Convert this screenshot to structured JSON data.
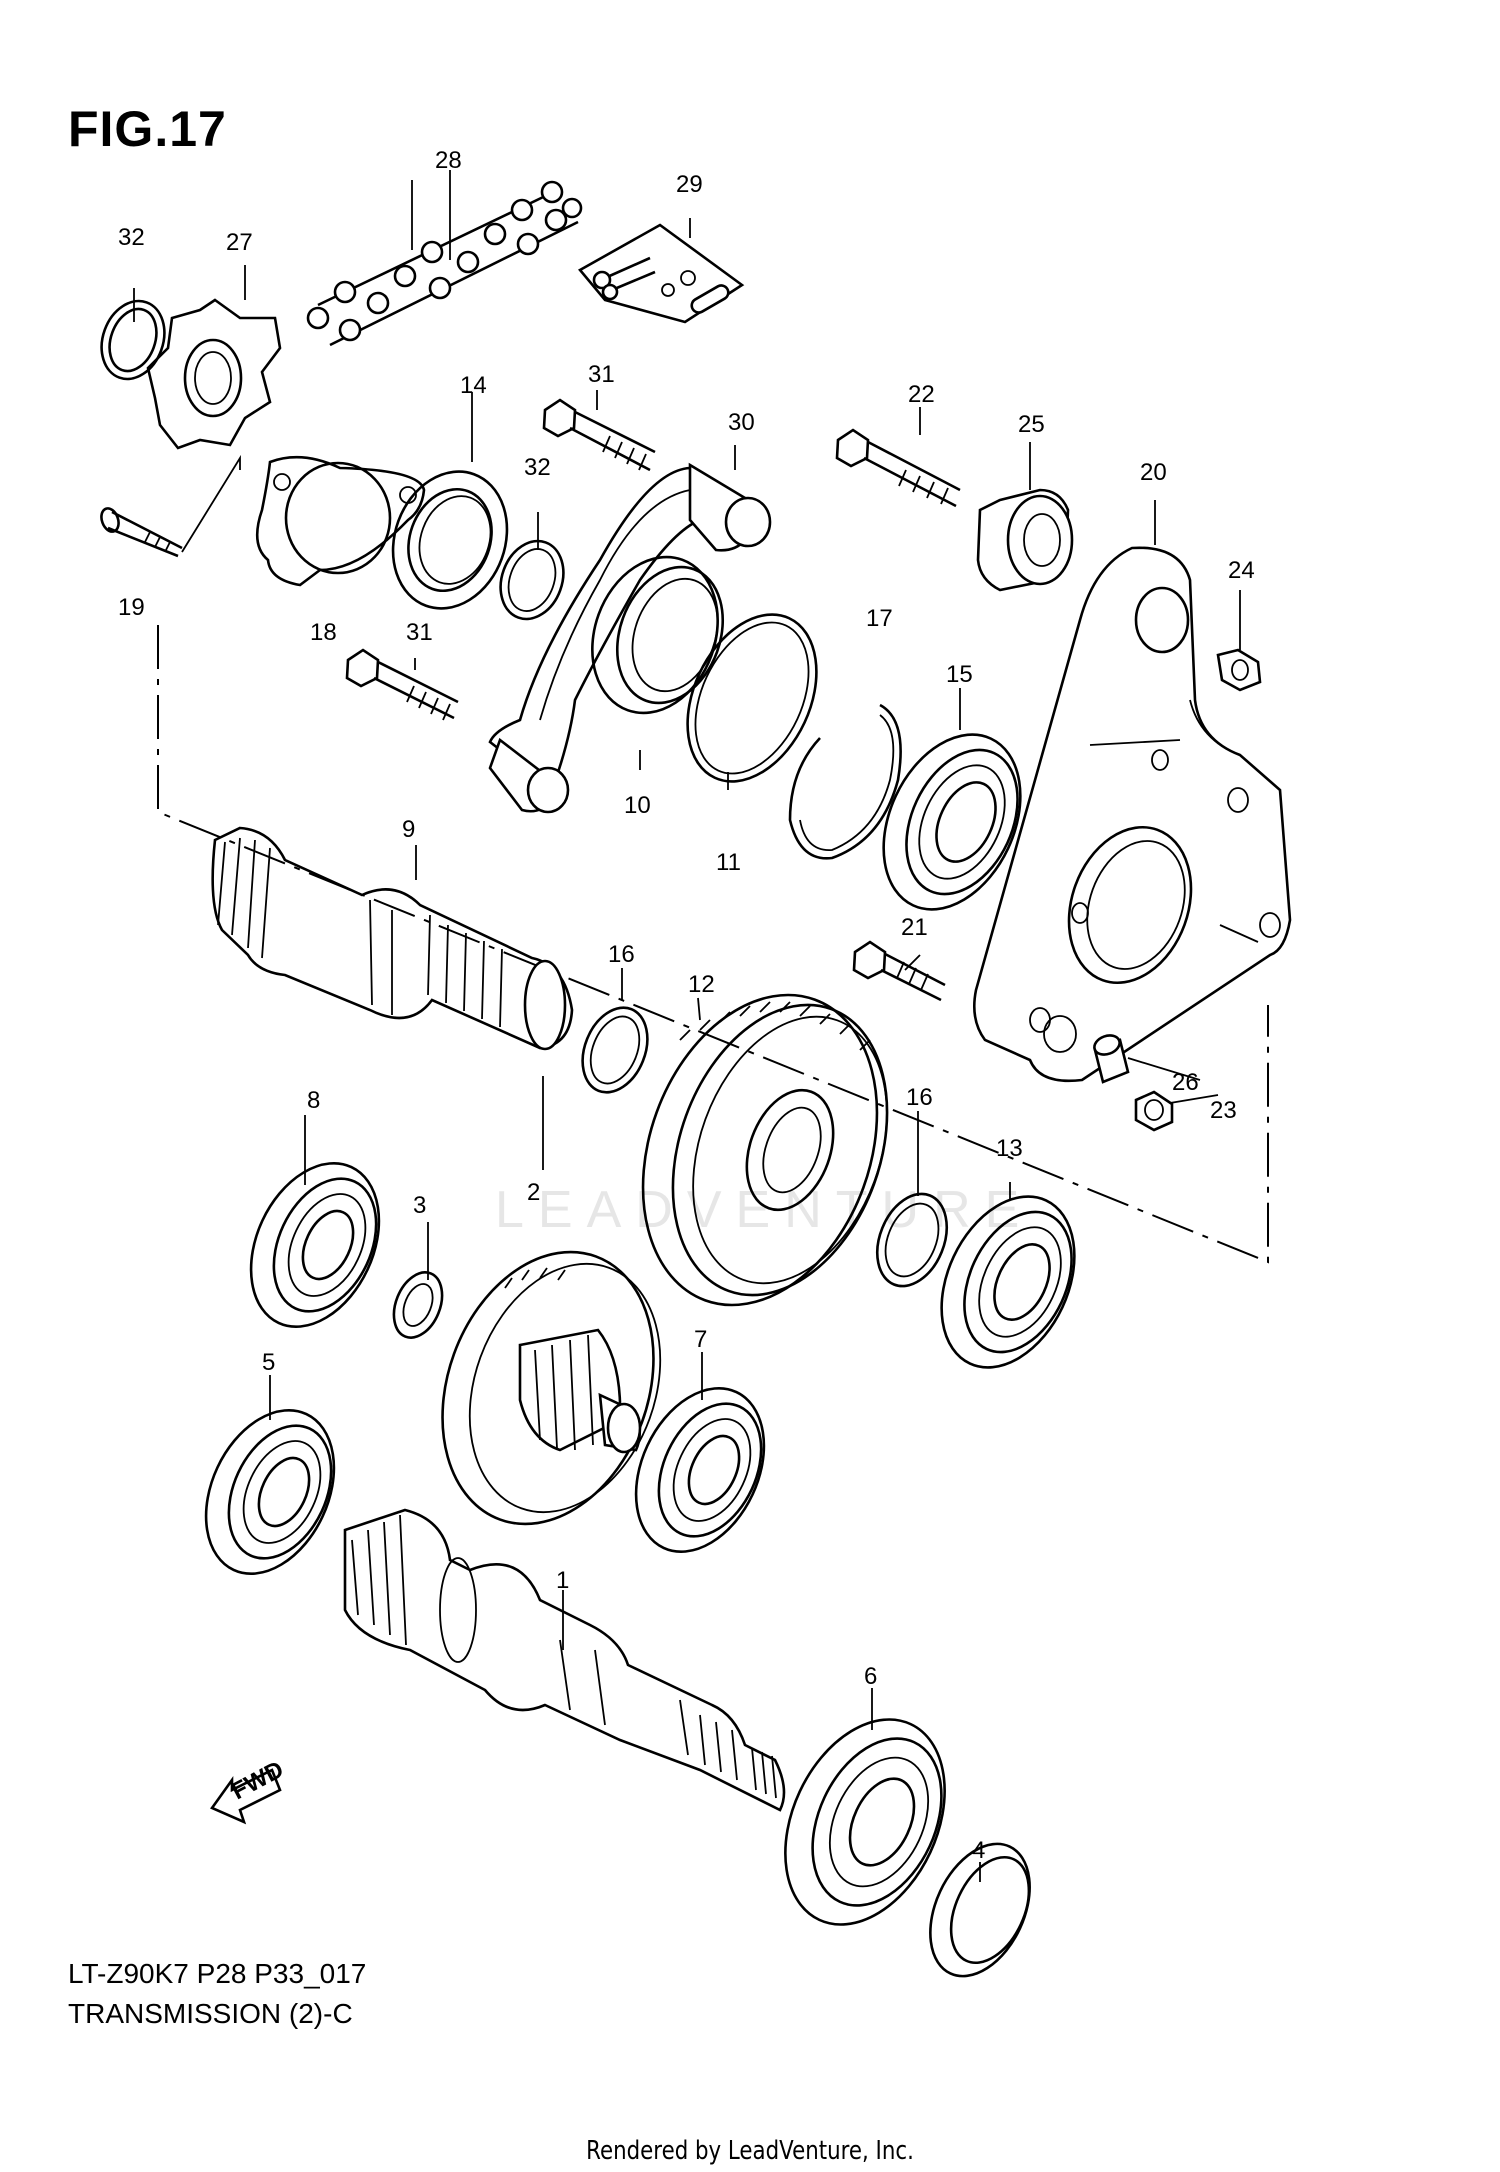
{
  "figure": {
    "title": "FIG.17"
  },
  "part_labels": [
    "1",
    "2",
    "3",
    "4",
    "5",
    "6",
    "7",
    "8",
    "9",
    "10",
    "11",
    "12",
    "13",
    "14",
    "15",
    "16",
    "16",
    "17",
    "18",
    "19",
    "20",
    "21",
    "22",
    "23",
    "24",
    "25",
    "26",
    "27",
    "28",
    "29",
    "30",
    "31",
    "31",
    "32",
    "32"
  ],
  "direction_badge": "FWD",
  "watermark": "LEADVENTURE",
  "footer": {
    "model_code": "LT-Z90K7  P28  P33_017",
    "section_title": "TRANSMISSION (2)-C",
    "rendered_by": "Rendered by LeadVenture, Inc."
  }
}
